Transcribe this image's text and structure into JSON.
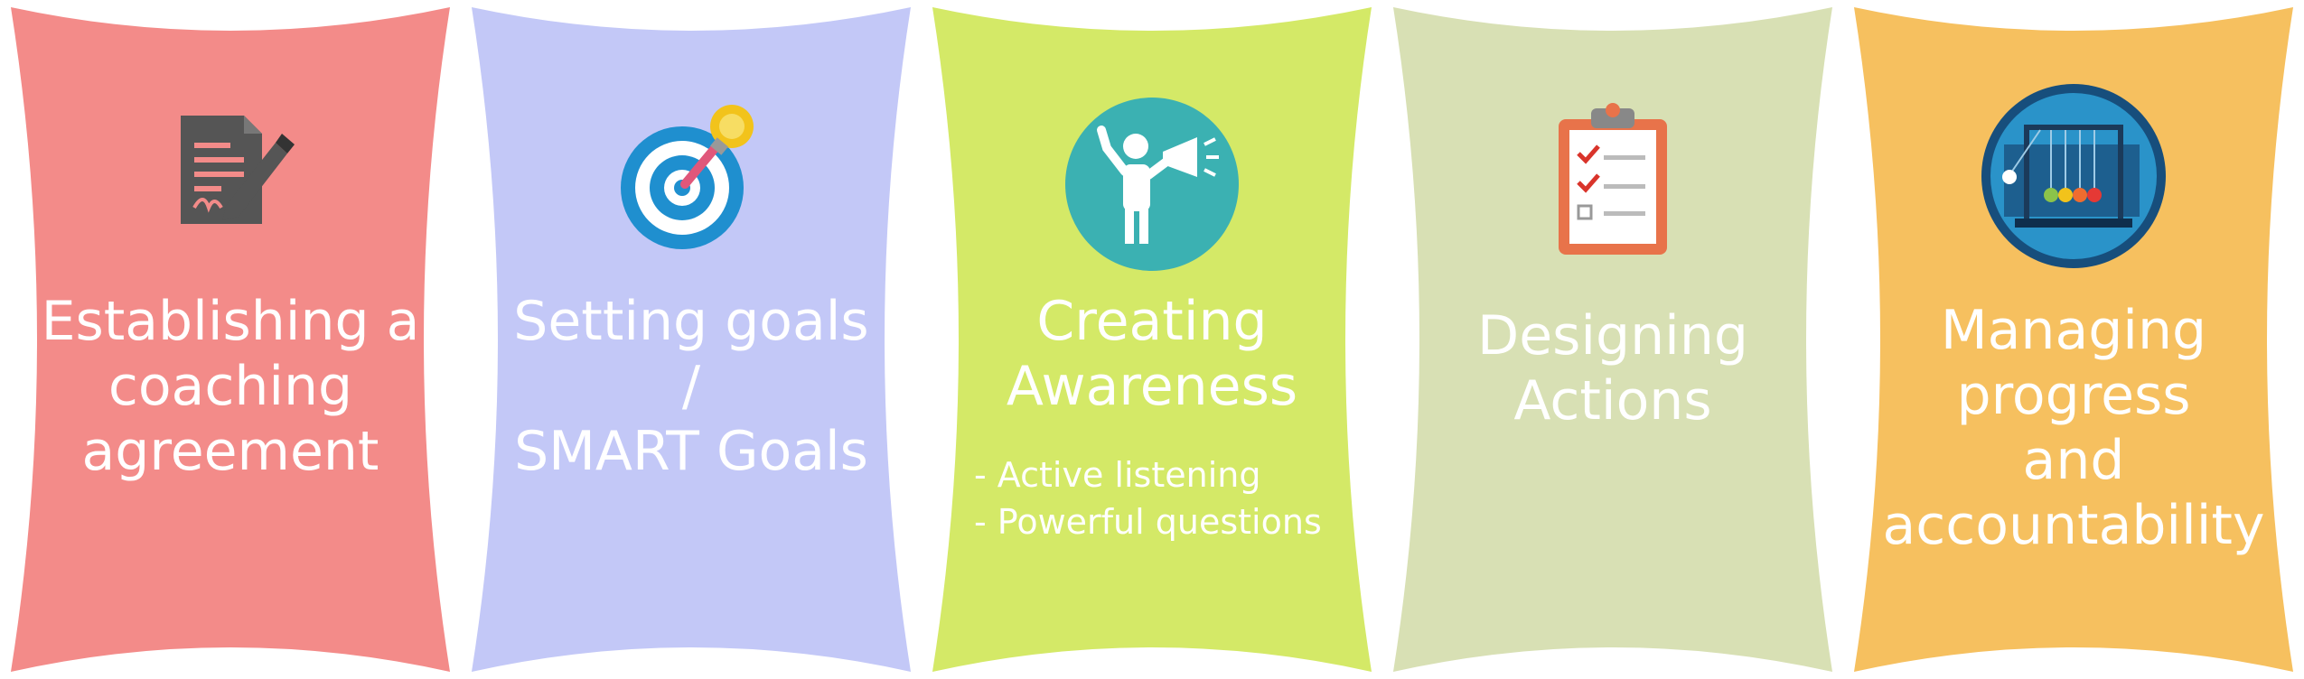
{
  "steps": [
    {
      "title": "Establishing a\ncoaching\nagreement",
      "color": "#f38b89",
      "icon": "contract-signing-icon"
    },
    {
      "title": "Setting goals\n/\nSMART Goals",
      "color": "#c3c8f7",
      "icon": "target-lightbulb-icon"
    },
    {
      "title": "Creating\nAwareness",
      "color": "#d4e967",
      "icon": "megaphone-person-icon",
      "bullets": [
        "- Active listening",
        "- Powerful questions"
      ]
    },
    {
      "title": "Designing\nActions",
      "color": "#d8e0b4",
      "icon": "clipboard-checklist-icon"
    },
    {
      "title": "Managing\nprogress\nand\naccountability",
      "color": "#f6c05f",
      "icon": "newtons-cradle-icon"
    }
  ]
}
